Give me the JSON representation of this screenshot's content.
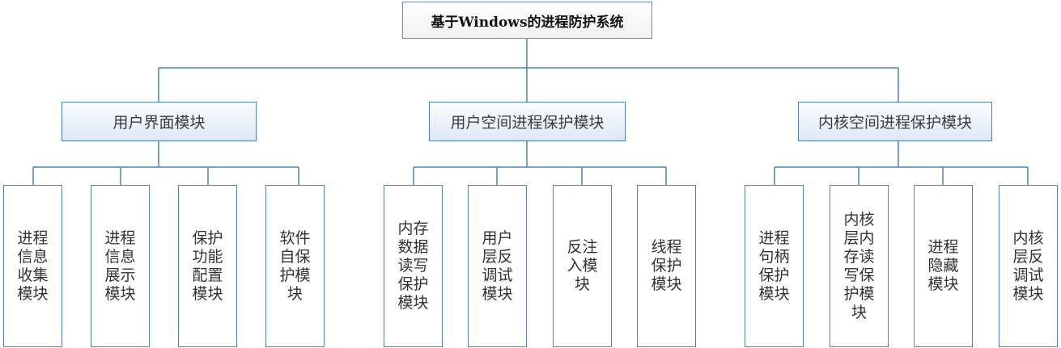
{
  "root": {
    "label": "基于Windows的进程防护系统"
  },
  "modules": [
    {
      "label": "用户界面模块"
    },
    {
      "label": "用户空间进程保护模块"
    },
    {
      "label": "内核空间进程保护模块"
    }
  ],
  "submodules": [
    {
      "label": "进程信息收集模块"
    },
    {
      "label": "进程信息展示模块"
    },
    {
      "label": "保护功能配置模块"
    },
    {
      "label": "软件自保护模块"
    },
    {
      "label": "内存数据读写保护模块"
    },
    {
      "label": "用户层反调试模块"
    },
    {
      "label": "反注入模块"
    },
    {
      "label": "线程保护模块"
    },
    {
      "label": "进程句柄保护模块"
    },
    {
      "label": "内核层内存读写保护模块"
    },
    {
      "label": "进程隐藏模块"
    },
    {
      "label": "内核层反调试模块"
    }
  ],
  "colors": {
    "line": "#4f81bd",
    "border": "#4f81bd",
    "module_fill": "#dce8f6"
  }
}
